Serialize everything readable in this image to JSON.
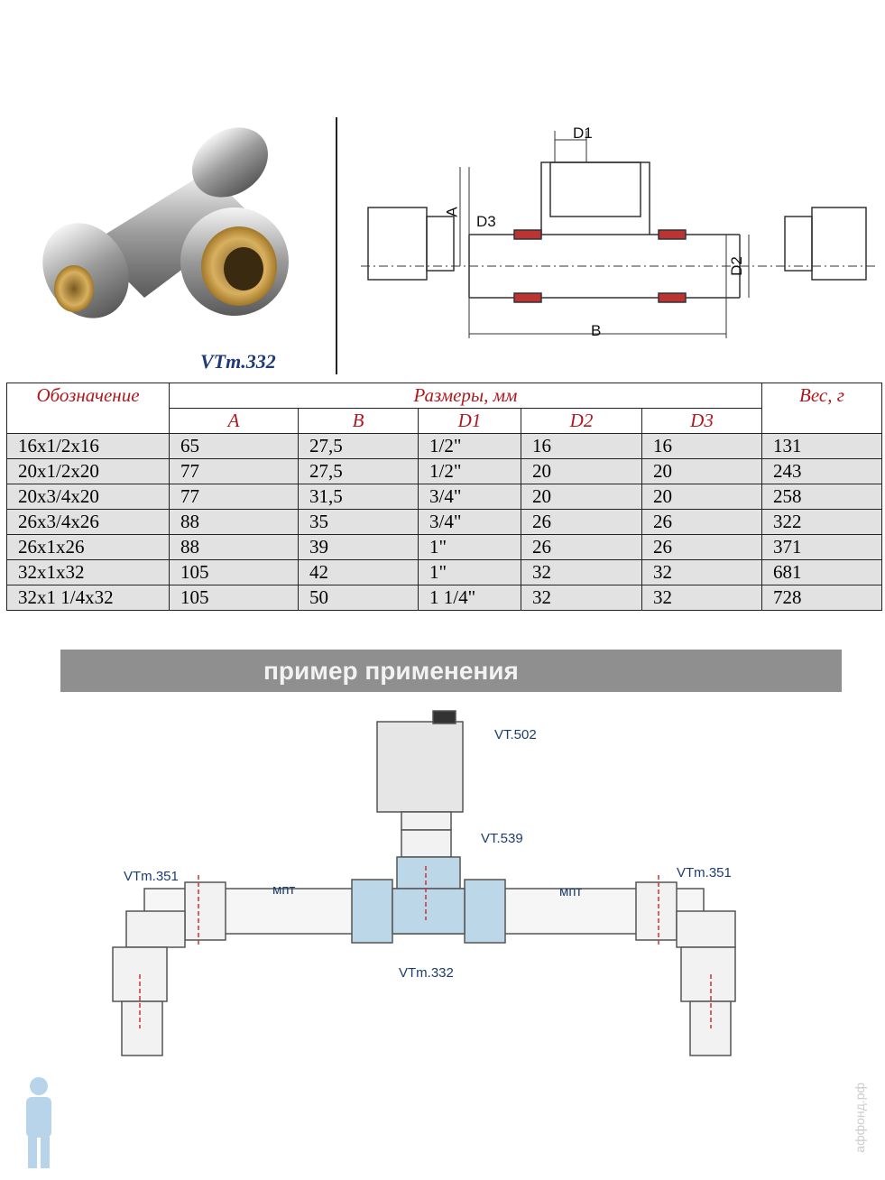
{
  "product": {
    "caption": "VTm.332"
  },
  "drawing": {
    "labels": {
      "d1": "D1",
      "d3": "D3",
      "d2": "D2",
      "a": "A",
      "b": "B"
    }
  },
  "table": {
    "headers": {
      "designation": "Обозначение",
      "dimensions": "Размеры, мм",
      "weight": "Вес, г",
      "sub": [
        "A",
        "B",
        "D1",
        "D2",
        "D3"
      ]
    },
    "rows": [
      [
        "16x1/2x16",
        "65",
        "27,5",
        "1/2\"",
        "16",
        "16",
        "131"
      ],
      [
        "20x1/2x20",
        "77",
        "27,5",
        "1/2\"",
        "20",
        "20",
        "243"
      ],
      [
        "20x3/4x20",
        "77",
        "31,5",
        "3/4\"",
        "20",
        "20",
        "258"
      ],
      [
        "26x3/4x26",
        "88",
        "35",
        "3/4\"",
        "26",
        "26",
        "322"
      ],
      [
        "26x1x26",
        "88",
        "39",
        "1\"",
        "26",
        "26",
        "371"
      ],
      [
        "32x1x32",
        "105",
        "42",
        "1\"",
        "32",
        "32",
        "681"
      ],
      [
        "32x1 1/4x32",
        "105",
        "50",
        "1 1/4\"",
        "32",
        "32",
        "728"
      ]
    ]
  },
  "example": {
    "banner": "пример применения",
    "labels": {
      "vt502": "VT.502",
      "vt539": "VT.539",
      "vtm351_left": "VTm.351",
      "vtm351_right": "VTm.351",
      "mpt_left": "мпт",
      "mpt_right": "мпт",
      "vtm332": "VTm.332"
    }
  },
  "watermark": "аффонд.рф"
}
